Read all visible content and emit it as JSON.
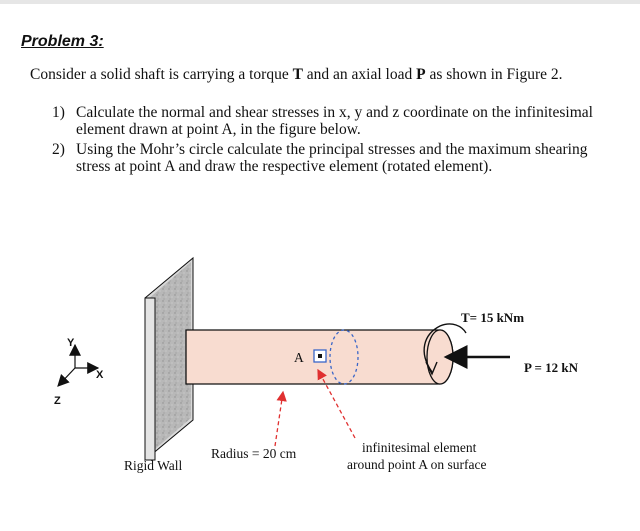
{
  "problem": {
    "title": "Problem 3:",
    "intro_pre": "Consider a solid shaft is carrying a torque ",
    "intro_torque": "T",
    "intro_mid": " and an axial load ",
    "intro_load": "P",
    "intro_post": " as shown in Figure 2.",
    "tasks": [
      {
        "number": "1)",
        "text": "Calculate the normal and shear stresses in x, y and z coordinate on the infinitesimal element drawn at point A, in the figure below."
      },
      {
        "number": "2)",
        "text": "Using the Mohr’s circle calculate the principal stresses and the maximum shearing stress at point A and draw the respective element (rotated element)."
      }
    ]
  },
  "figure": {
    "torque_label": "T= 15 kNm",
    "load_label": "P = 12 kN",
    "point_label": "A",
    "radius_label": "Radius  = 20 cm",
    "wall_label": "Rigid Wall",
    "element_label_line1": "infinitesimal element",
    "element_label_line2": "around point A on surface",
    "axis_y": "Y",
    "axis_x": "X",
    "axis_z": "Z",
    "colors": {
      "shaft": "#f8dcd0",
      "wall": "#b4b4b4",
      "dashed": "#e03030"
    }
  }
}
